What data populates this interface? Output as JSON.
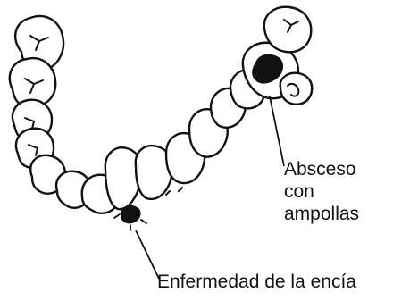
{
  "labels": {
    "abscess_line1": "Absceso",
    "abscess_line2": "con",
    "abscess_line3": "ampollas",
    "gum_disease": "Enfermedad de la encía"
  },
  "colors": {
    "ink": "#111111",
    "background": "#ffffff"
  }
}
